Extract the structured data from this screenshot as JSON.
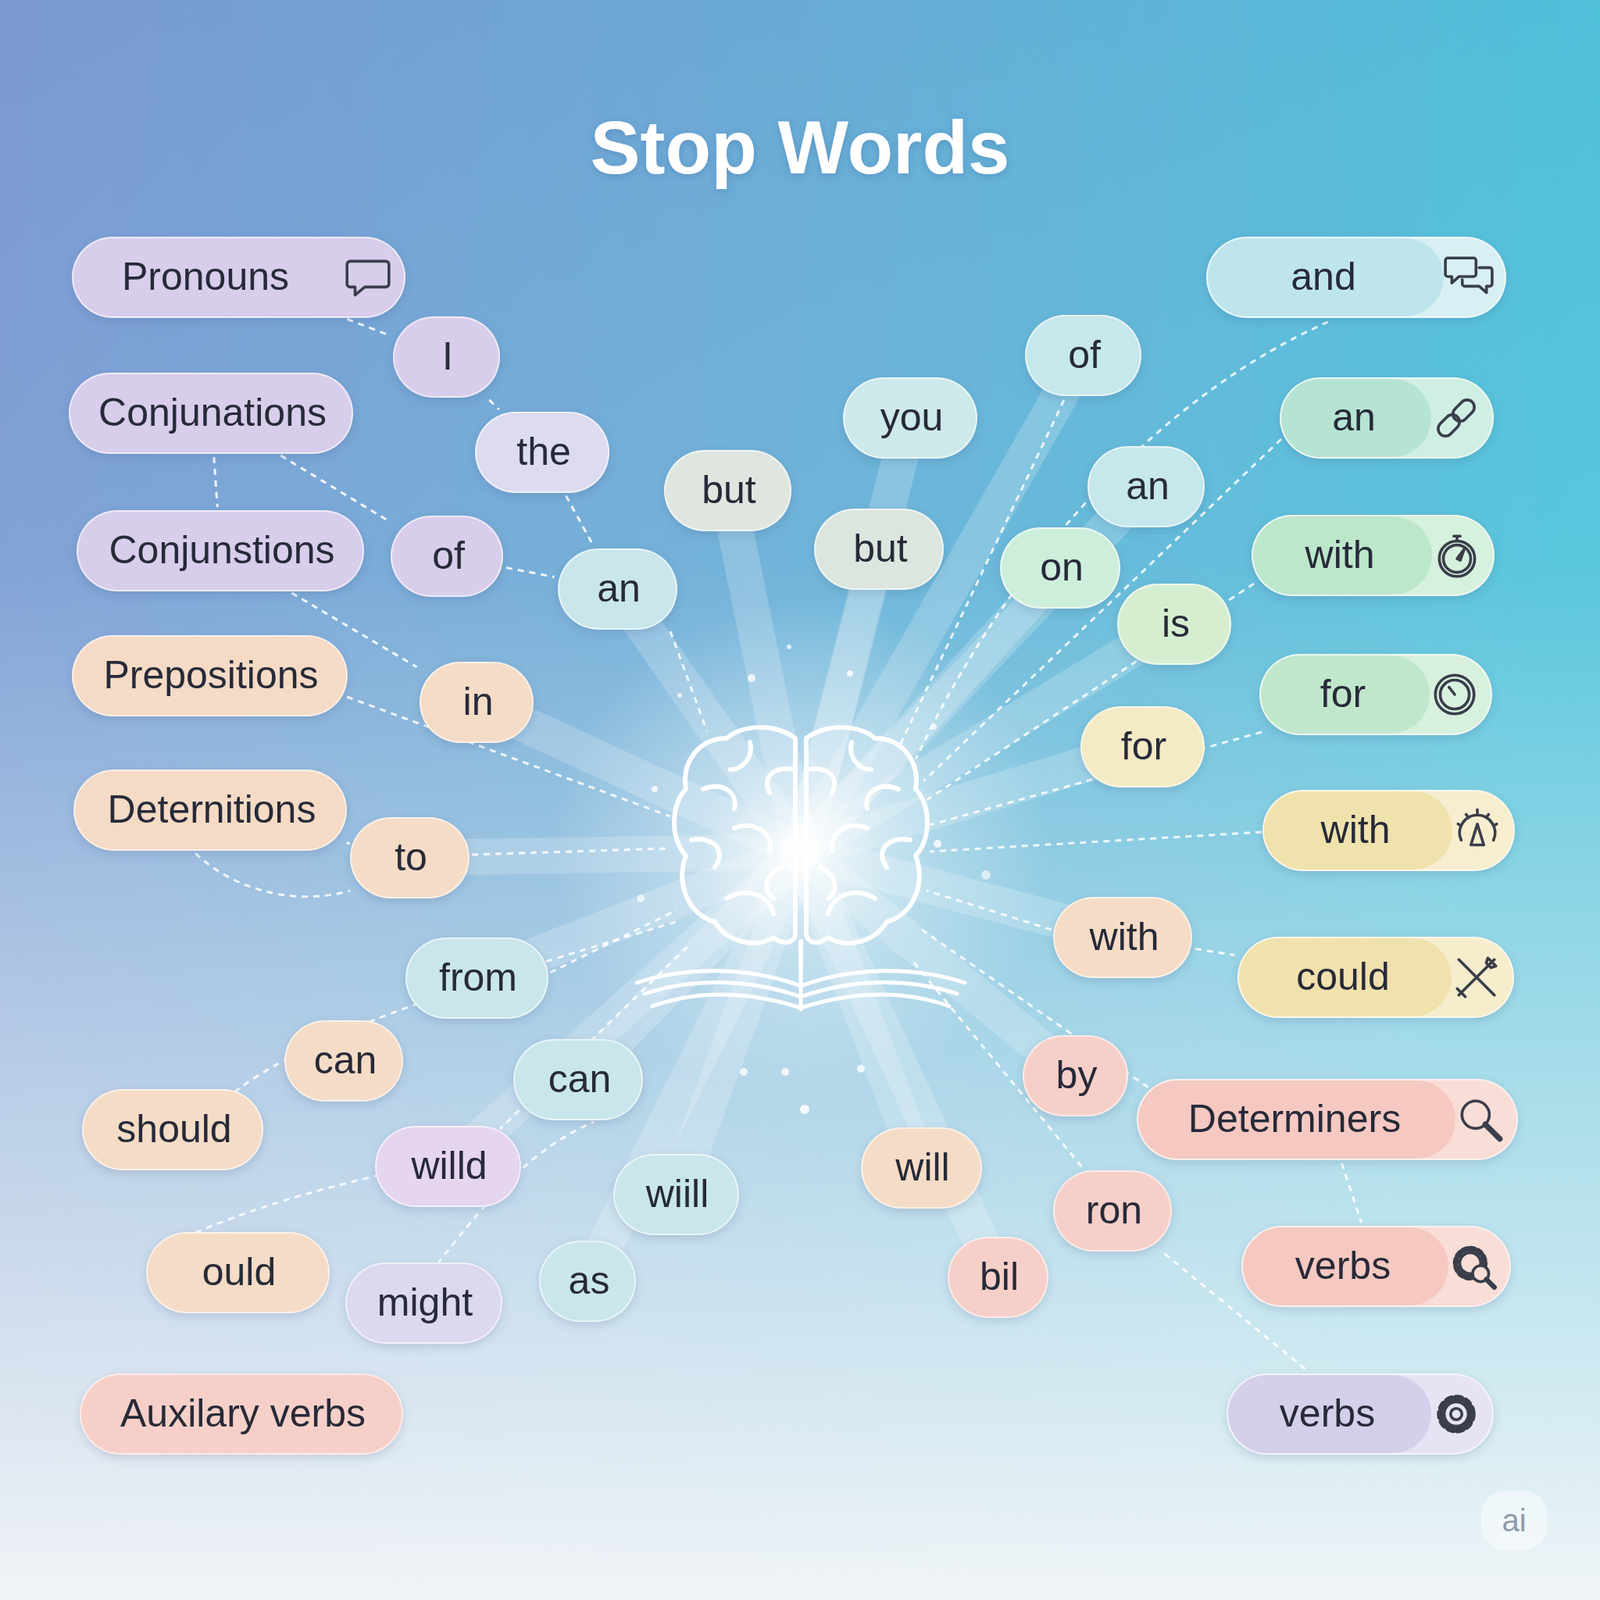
{
  "diagram": {
    "title": "Stop Words",
    "nodes": [
      {
        "text": [
          "Pronouns"
        ]
      },
      {
        "text": [
          "and"
        ]
      },
      {
        "text": [
          "I"
        ]
      },
      {
        "text": [
          "of"
        ]
      },
      {
        "text": [
          "Conjunations"
        ]
      },
      {
        "text": [
          "you"
        ]
      },
      {
        "text": [
          "an"
        ]
      },
      {
        "text": [
          "the"
        ]
      },
      {
        "text": [
          "an"
        ]
      },
      {
        "text": [
          "but"
        ]
      },
      {
        "text": [
          "Conjunstions"
        ]
      },
      {
        "text": [
          "of"
        ]
      },
      {
        "text": [
          "but"
        ]
      },
      {
        "text": [
          "with"
        ]
      },
      {
        "text": [
          "on"
        ]
      },
      {
        "text": [
          "an"
        ]
      },
      {
        "text": [
          "is"
        ]
      },
      {
        "text": [
          "Prepositions"
        ]
      },
      {
        "text": [
          "for"
        ]
      },
      {
        "text": [
          "in"
        ]
      },
      {
        "text": [
          "for"
        ]
      },
      {
        "text": [
          "Deternitions"
        ]
      },
      {
        "text": [
          "with"
        ]
      },
      {
        "text": [
          "to"
        ]
      },
      {
        "text": [
          "with"
        ]
      },
      {
        "text": [
          "could"
        ]
      },
      {
        "text": [
          "from"
        ]
      },
      {
        "text": [
          "can"
        ]
      },
      {
        "text": [
          "by"
        ]
      },
      {
        "text": [
          "can"
        ]
      },
      {
        "text": [
          "Determiners"
        ]
      },
      {
        "text": [
          "should"
        ]
      },
      {
        "text": [
          "willd"
        ]
      },
      {
        "text": [
          "will"
        ]
      },
      {
        "text": [
          "wiill"
        ]
      },
      {
        "text": [
          "ron"
        ]
      },
      {
        "text": [
          "verbs"
        ]
      },
      {
        "text": [
          "ould"
        ]
      },
      {
        "text": [
          "bil"
        ]
      },
      {
        "text": [
          "as"
        ]
      },
      {
        "text": [
          "might"
        ]
      },
      {
        "text": [
          "Auxilary verbs"
        ]
      },
      {
        "text": [
          "verbs"
        ]
      }
    ],
    "edges": [
      {
        "from": 0,
        "to": 2,
        "arrow": "none"
      },
      {
        "from": 2,
        "to": 7,
        "arrow": "none"
      },
      {
        "from": 7,
        "to": 15,
        "arrow": "none"
      },
      {
        "from": 4,
        "to": 11,
        "arrow": "none"
      },
      {
        "from": 11,
        "to": 15,
        "arrow": "none"
      },
      {
        "from": 4,
        "to": 10,
        "arrow": "none"
      },
      {
        "from": 10,
        "to": 19,
        "arrow": "none"
      },
      {
        "from": 21,
        "to": 23,
        "arrow": "none"
      },
      {
        "from": 24,
        "to": 25,
        "arrow": "none"
      },
      {
        "from": 30,
        "to": 36,
        "arrow": "none"
      },
      {
        "from": 35,
        "to": 42,
        "arrow": "none"
      }
    ],
    "labels": [
      "ai"
    ]
  }
}
